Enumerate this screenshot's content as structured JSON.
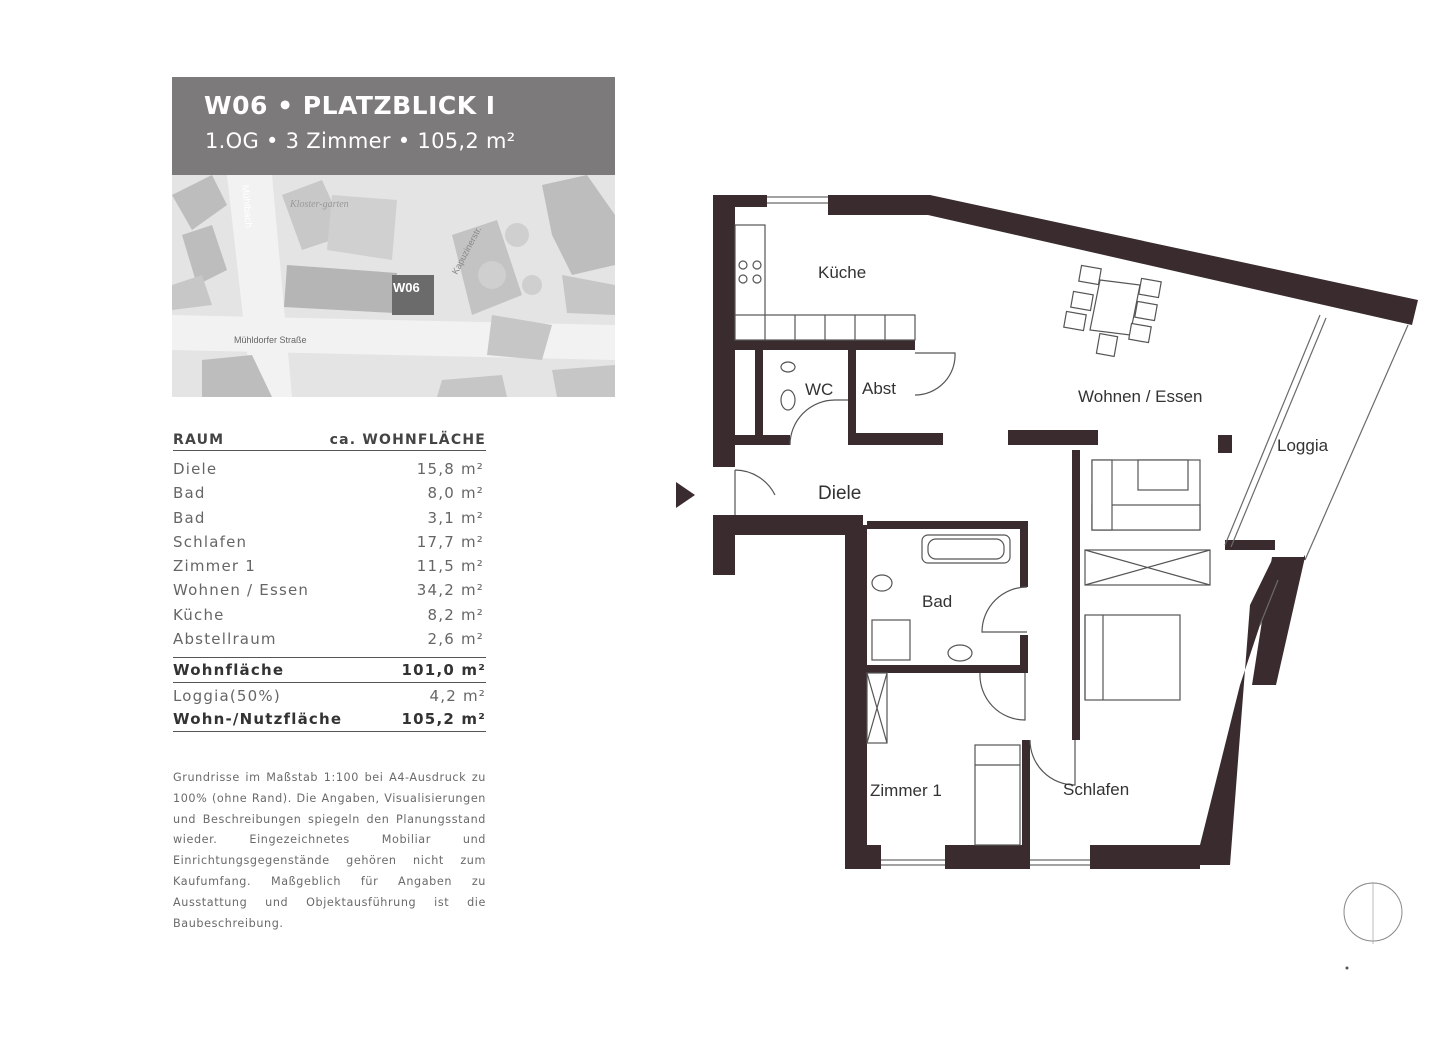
{
  "header": {
    "title": "W06 • PLATZBLICK I",
    "subtitle": "1.OG • 3 Zimmer • 105,2 m²"
  },
  "map": {
    "street_vertical": "Mühlbach",
    "garden_label": "Kloster-garten",
    "street_diagonal": "Kapuzinerstr.",
    "unit_marker": "W06",
    "street_bottom": "Mühldorfer Straße"
  },
  "table": {
    "header_room": "RAUM",
    "header_area": "ca. WOHNFLÄCHE",
    "rows": [
      {
        "room": "Diele",
        "area": "15,8 m²"
      },
      {
        "room": "Bad",
        "area": "8,0 m²"
      },
      {
        "room": "Bad",
        "area": "3,1 m²"
      },
      {
        "room": "Schlafen",
        "area": "17,7 m²"
      },
      {
        "room": "Zimmer 1",
        "area": "11,5 m²"
      },
      {
        "room": "Wohnen / Essen",
        "area": "34,2 m²"
      },
      {
        "room": "Küche",
        "area": "8,2 m²"
      },
      {
        "room": "Abstellraum",
        "area": "2,6 m²"
      }
    ],
    "sum_label": "Wohnfläche",
    "sum_area": "101,0 m²",
    "loggia_label": "Loggia(50%)",
    "loggia_area": "4,2 m²",
    "total_label": "Wohn-/Nutzfläche",
    "total_area": "105,2 m²"
  },
  "note": "Grundrisse im Maßstab 1:100 bei A4-Ausdruck zu 100% (ohne Rand). Die Angaben, Visualisierungen und Beschreibungen spiegeln den Planungsstand wieder. Eingezeichnetes Mobiliar und Einrichtungsgegenstände gehören nicht zum Kaufumfang. Maßgeblich für Angaben zu Ausstattung und Objektausführung ist die Baubeschreibung.",
  "plan": {
    "rooms": {
      "kueche": "Küche",
      "wohnen": "Wohnen / Essen",
      "loggia": "Loggia",
      "wc": "WC",
      "abst": "Abst",
      "diele": "Diele",
      "bad": "Bad",
      "zimmer": "Zimmer 1",
      "schlafen": "Schlafen"
    }
  },
  "colors": {
    "header_bg": "#7d7a7b",
    "wall": "#3a2c2e",
    "map_block": "#bdbdbd",
    "map_dark": "#8a8a8a",
    "marker": "#5e5e5e"
  }
}
